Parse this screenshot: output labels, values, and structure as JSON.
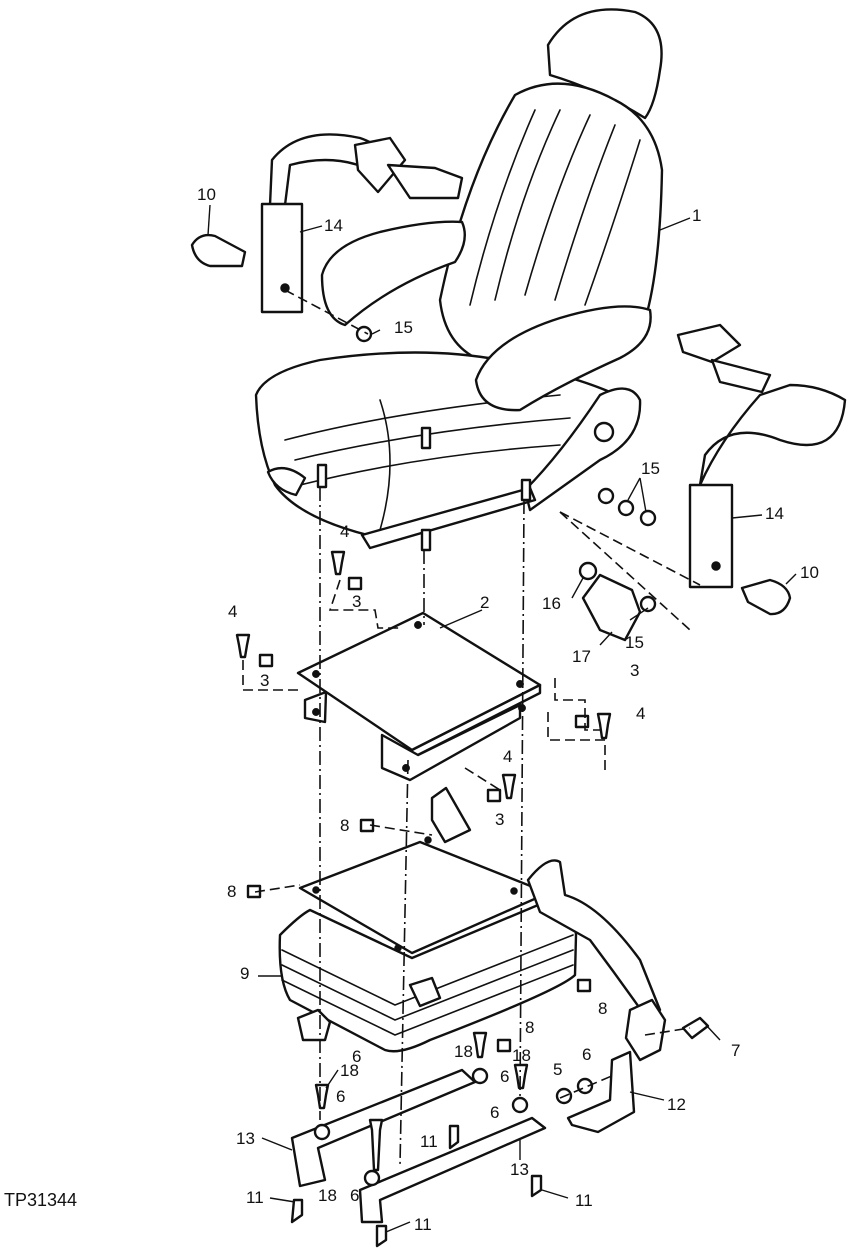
{
  "figure_id": "TP31344",
  "callouts": {
    "c1": "1",
    "c2": "2",
    "c3a": "3",
    "c3b": "3",
    "c3c": "3",
    "c3d": "3",
    "c4a": "4",
    "c4b": "4",
    "c4c": "4",
    "c4d": "4",
    "c5": "5",
    "c6a": "6",
    "c6b": "6",
    "c6c": "6",
    "c6d": "6",
    "c6e": "6",
    "c6f": "6",
    "c7": "7",
    "c8a": "8",
    "c8b": "8",
    "c8c": "8",
    "c8d": "8",
    "c9": "9",
    "c10a": "10",
    "c10b": "10",
    "c11a": "11",
    "c11b": "11",
    "c11c": "11",
    "c11d": "11",
    "c12": "12",
    "c13a": "13",
    "c13b": "13",
    "c14a": "14",
    "c14b": "14",
    "c15a": "15",
    "c15b": "15",
    "c15c": "15",
    "c16": "16",
    "c17": "17",
    "c18a": "18",
    "c18b": "18",
    "c18c": "18",
    "c18d": "18"
  }
}
